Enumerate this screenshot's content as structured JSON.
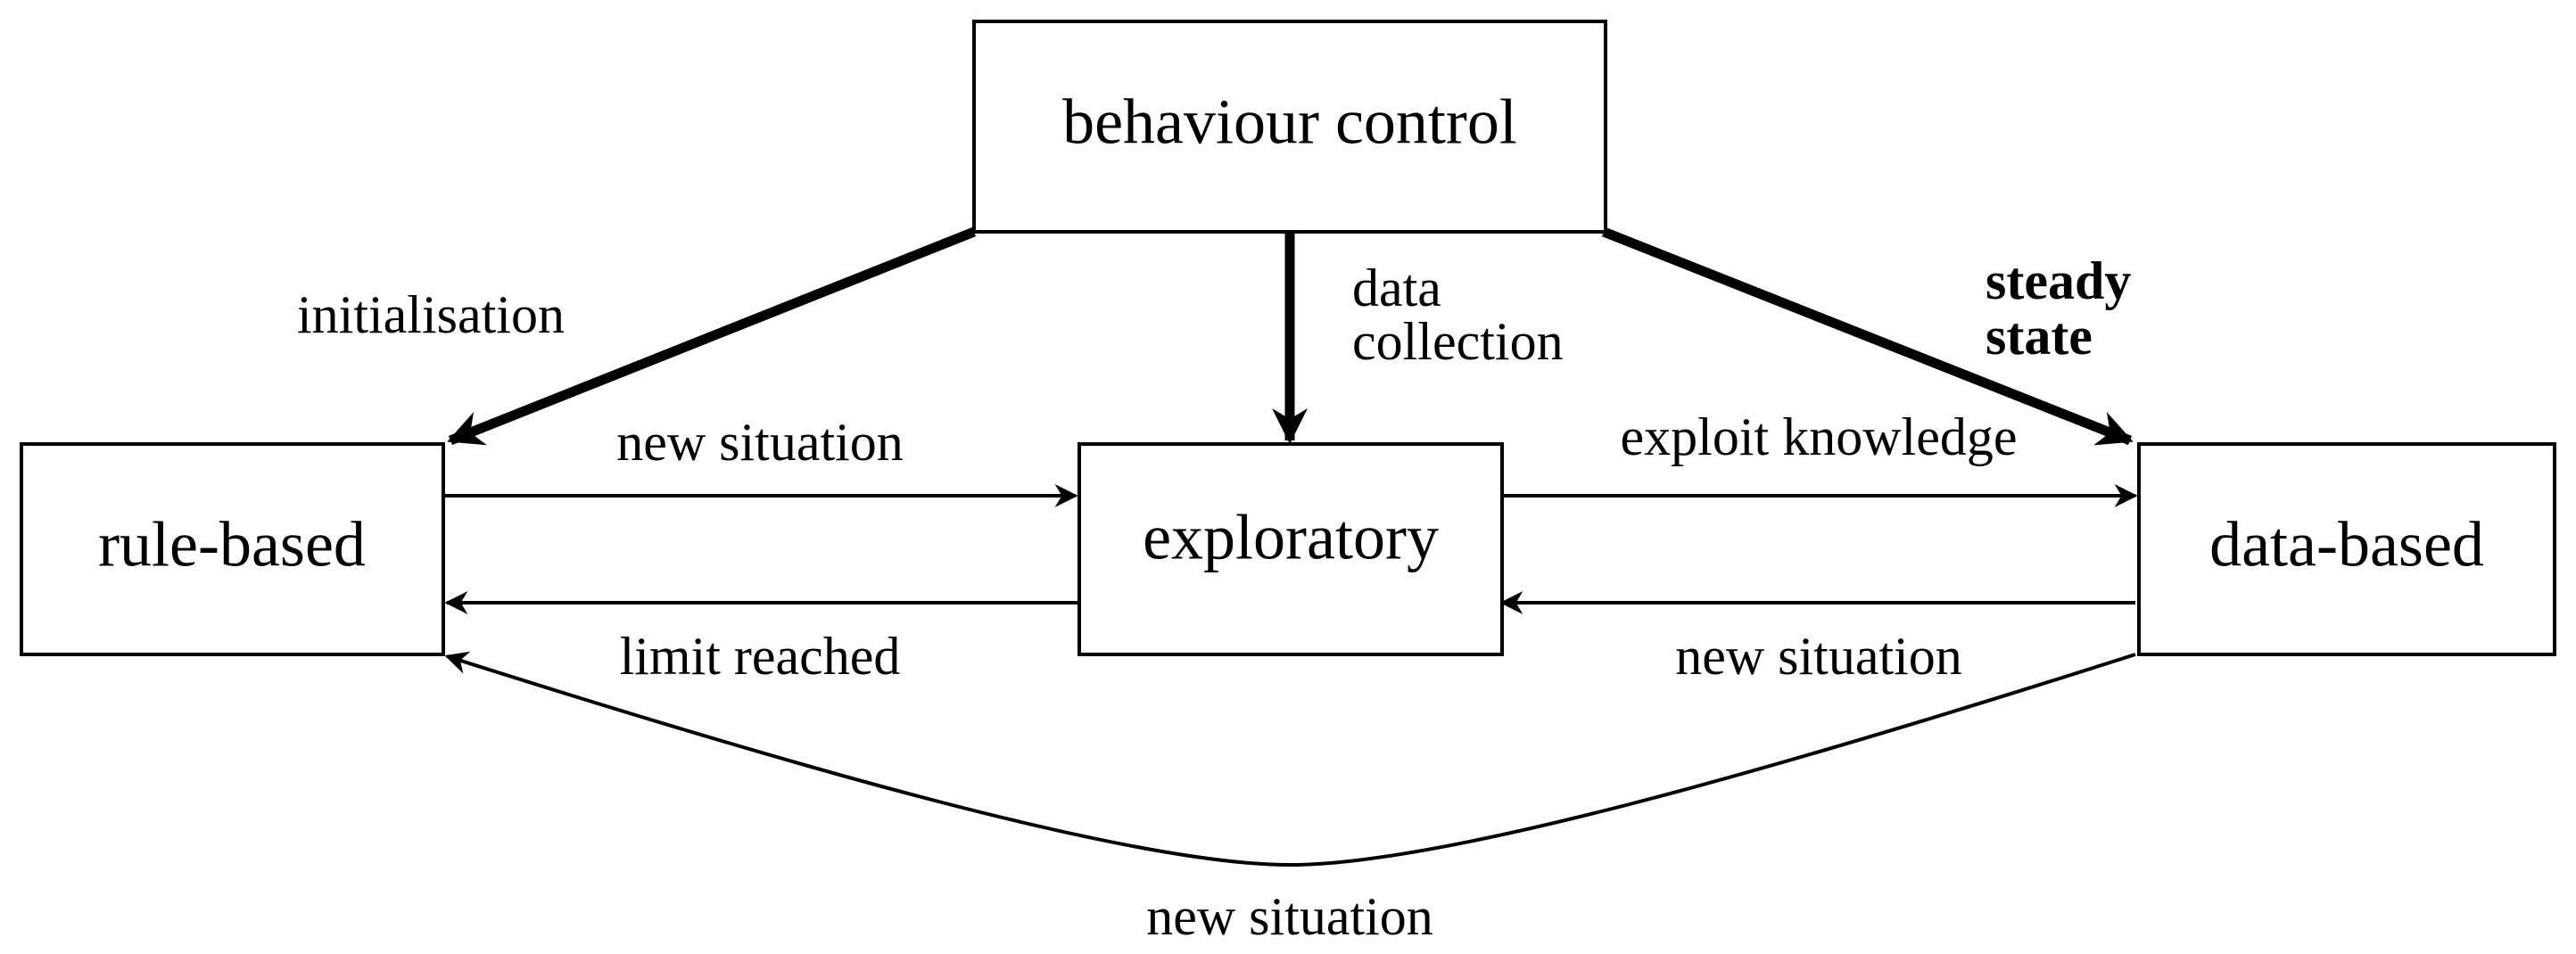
{
  "nodes": {
    "behaviour_control": "behaviour control",
    "rule_based": "rule-based",
    "exploratory": "exploratory",
    "data_based": "data-based"
  },
  "edges": {
    "initialisation": "initialisation",
    "data_collection_line1": "data",
    "data_collection_line2": "collection",
    "steady_state_line1": "steady",
    "steady_state_line2": "state",
    "rule_to_exploratory": "new situation",
    "exploratory_to_rule": "limit reached",
    "exploratory_to_data": "exploit knowledge",
    "data_to_exploratory": "new situation",
    "data_to_rule": "new situation"
  },
  "colors": {
    "stroke": "#000000",
    "background": "#ffffff"
  }
}
